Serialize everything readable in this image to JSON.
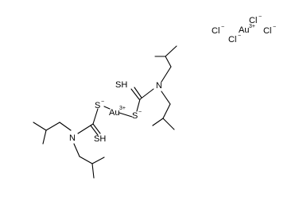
{
  "molecule": {
    "ligand_upper": {
      "thiol": "SH",
      "thiolate": "S",
      "thiolate_charge": "−",
      "amine": "N"
    },
    "ligand_lower": {
      "thiol": "SH",
      "thiolate": "S",
      "thiolate_charge": "−",
      "amine": "N"
    },
    "center_metal": {
      "symbol": "Au",
      "charge": "3+"
    },
    "counter_ion": {
      "metal": "Au",
      "metal_charge": "3+",
      "chlorides": [
        {
          "symbol": "Cl",
          "charge": "−"
        },
        {
          "symbol": "Cl",
          "charge": "−"
        },
        {
          "symbol": "Cl",
          "charge": "−"
        },
        {
          "symbol": "Cl",
          "charge": "−"
        }
      ]
    }
  }
}
